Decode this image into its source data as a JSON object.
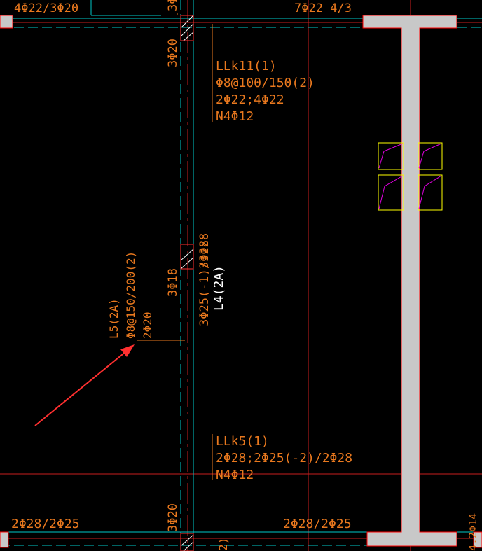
{
  "drawing": {
    "colors": {
      "background": "#000000",
      "axis": "#c81e1e",
      "beam_outline": "#00c8c8",
      "annotation": "#e8781e",
      "column_fill": "#c8c8c8",
      "column_edge": "#ff0000",
      "hatch": "#ffffff",
      "box": "#ffff00",
      "box_diag": "#e100e1",
      "arrow": "#ff3030",
      "white_text": "#ffffff"
    },
    "top_left_rebar": "4Φ22/3Φ20",
    "top_right_rebar": "7Φ22 4/3",
    "top_stub": "3Φ",
    "beam_llk11": {
      "name": "LLk11(1)",
      "stirrup": "Φ8@100/150(2)",
      "main": "2Φ22;4Φ22",
      "side": "N4Φ12"
    },
    "beam_llk5": {
      "name": "LLk5(1)",
      "main": "2Φ28;2Φ25(-2)/2Φ28",
      "side": "N4Φ12"
    },
    "beam_l5": {
      "name": "L5(2A)",
      "stirrup": "Φ8@150/200(2)",
      "main": "2Φ20"
    },
    "beam_l4": {
      "name": "L4(2A)"
    },
    "vertical_labels": {
      "upper_3phi20": "3Φ20",
      "mid_3phi28": "3Φ28",
      "mid_3phi18": "3Φ18",
      "mid_3phi25": "3Φ25(-1)/3Φ28",
      "lower_3phi20": "3Φ20",
      "right_edge": "4.2Φ14",
      "bottom_paren": "2)"
    },
    "bottom_left_rebar": "2Φ28/2Φ25",
    "bottom_right_rebar": "2Φ28/2Φ25"
  }
}
